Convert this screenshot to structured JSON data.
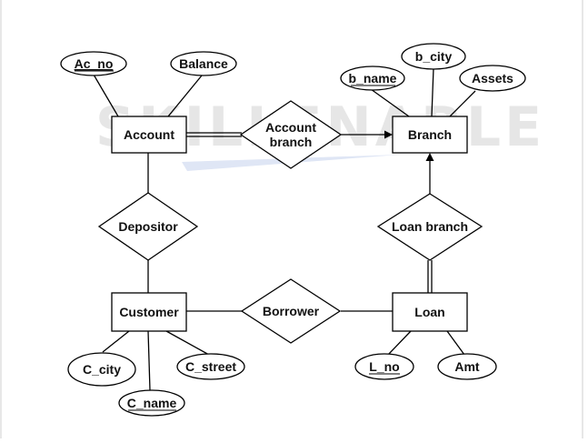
{
  "watermark": "SKILLENABLE",
  "entities": {
    "account": "Account",
    "branch": "Branch",
    "customer": "Customer",
    "loan": "Loan"
  },
  "relationships": {
    "account_branch": [
      "Account",
      "branch"
    ],
    "depositor": "Depositor",
    "loan_branch": "Loan branch",
    "borrower": "Borrower"
  },
  "attributes": {
    "ac_no": "Ac_no",
    "balance": "Balance",
    "b_name": "b_name",
    "b_city": "b_city",
    "assets": "Assets",
    "c_city": "C_city",
    "c_street": "C_street",
    "c_name": "C_name",
    "l_no": "L_no",
    "amt": "Amt"
  }
}
